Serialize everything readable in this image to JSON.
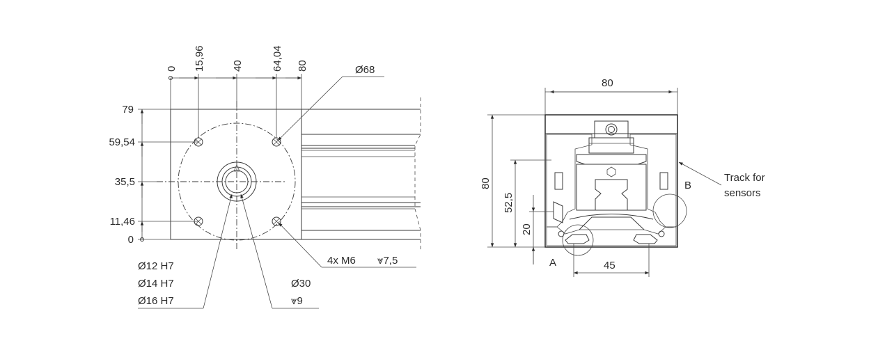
{
  "front_view": {
    "x_positions": [
      "0",
      "15,96",
      "40",
      "64,04",
      "80"
    ],
    "y_positions": [
      "79",
      "59,54",
      "35,5",
      "11,46",
      "0"
    ],
    "callout_diameter_68": "Ø68",
    "callout_thread_size": "4x M6",
    "callout_thread_depth": "⩔7,5",
    "bore_fits": [
      "Ø12 H7",
      "Ø14 H7",
      "Ø16 H7"
    ],
    "callout_counterbore_diameter": "Ø30",
    "callout_counterbore_depth": "⩔9"
  },
  "section_view": {
    "width_label": "80",
    "height_label": "80",
    "dim_52_5": "52,5",
    "dim_20": "20",
    "dim_45": "45",
    "detail_a": "A",
    "detail_b": "B",
    "sensor_track_line1": "Track for",
    "sensor_track_line2": "sensors"
  }
}
